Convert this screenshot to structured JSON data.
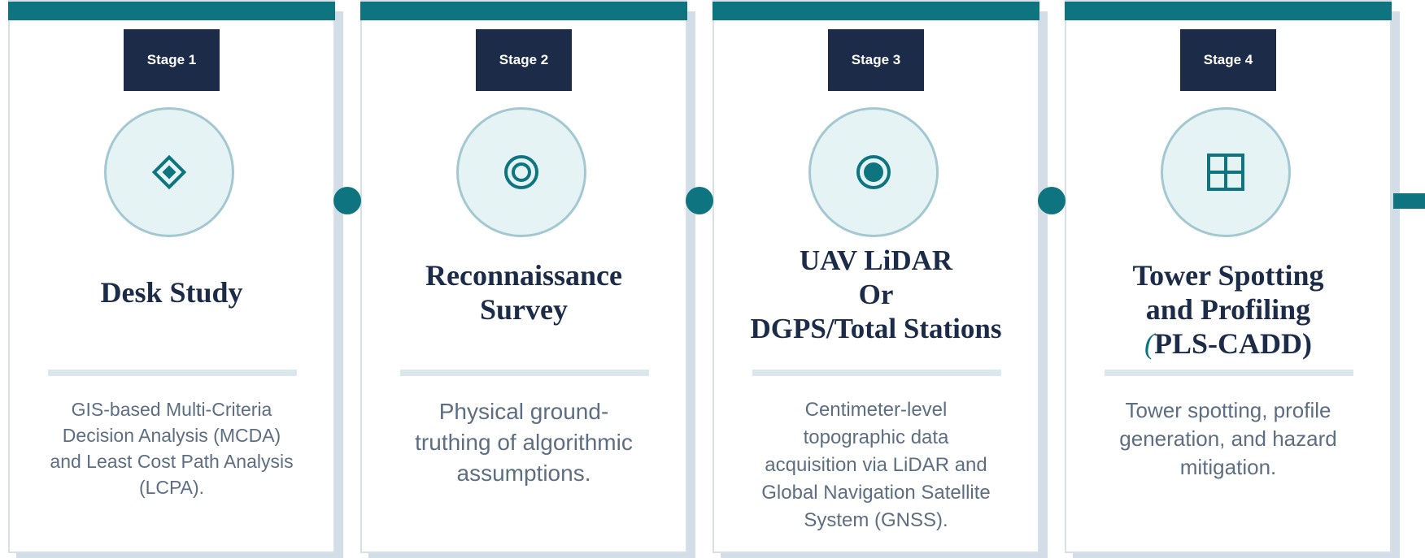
{
  "colors": {
    "top_bar": "#0e7580",
    "badge": "#1b2b48",
    "title": "#1b2b48",
    "body_text": "#5d6e82",
    "icon": "#0e7580",
    "circle_fill": "#e6f3f5",
    "circle_border": "#a3c8d2",
    "card_shadow": "#d3dde8"
  },
  "stages": [
    {
      "badge": "Stage 1",
      "icon": "diamond-icon",
      "title_lines": [
        "Desk Study"
      ],
      "description_lines": [
        "GIS-based Multi-Criteria",
        "Decision Analysis (MCDA)",
        "and Least Cost Path Analysis",
        "(LCPA)."
      ]
    },
    {
      "badge": "Stage 2",
      "icon": "target-ring-icon",
      "title_lines": [
        "Reconnaissance",
        "Survey"
      ],
      "description_lines": [
        "Physical ground-",
        "truthing of algorithmic",
        "assumptions."
      ]
    },
    {
      "badge": "Stage 3",
      "icon": "radio-dot-icon",
      "title_lines": [
        "UAV LiDAR",
        "Or",
        "DGPS/Total Stations"
      ],
      "description_lines": [
        "Centimeter-level",
        "topographic data",
        "acquisition via LiDAR and",
        "Global Navigation Satellite",
        "System (GNSS)."
      ]
    },
    {
      "badge": "Stage 4",
      "icon": "grid-icon",
      "title_lines": [
        "Tower Spotting",
        "and Profiling"
      ],
      "title_last_prefix": "(",
      "title_last_rest": "PLS-CADD)",
      "description_lines": [
        "Tower spotting, profile",
        "generation, and hazard",
        "mitigation."
      ]
    }
  ]
}
